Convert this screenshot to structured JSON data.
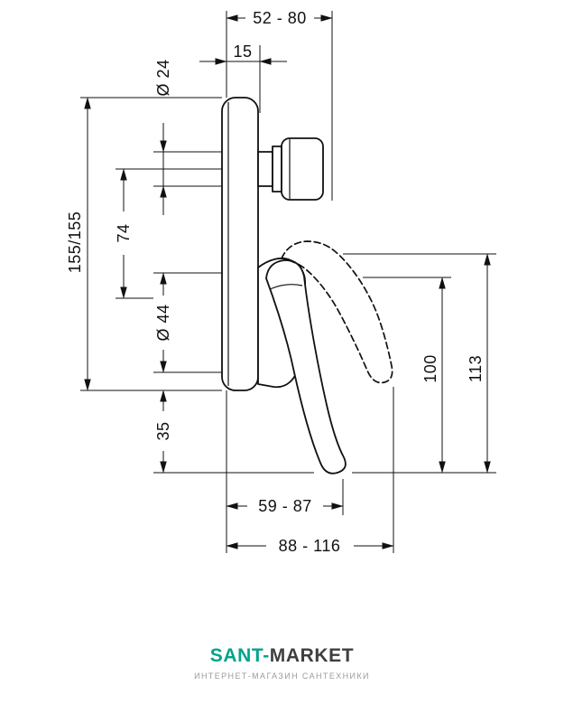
{
  "diagram": {
    "line_color": "#111111",
    "dimensions": {
      "top_width": "52 - 80",
      "wall_to_plate_front": "15",
      "spindle_diameter": "Ø 24",
      "plate_size": "155/155",
      "spindle_axis_offset": "74",
      "rosette_diameter": "Ø 44",
      "plate_bottom_to_lever_tip": "35",
      "lever_swing_height": "100",
      "overall_height": "113",
      "lever_reach": "59 - 87",
      "overall_depth": "88 - 116"
    }
  },
  "footer": {
    "brand_primary": "SANT-",
    "brand_secondary": "MARKET",
    "brand_primary_color": "#00A38B",
    "brand_secondary_color": "#3F3F3F",
    "tagline": "ИНТЕРНЕТ-МАГАЗИН САНТЕХНИКИ",
    "tagline_color": "#9B9B9B"
  }
}
